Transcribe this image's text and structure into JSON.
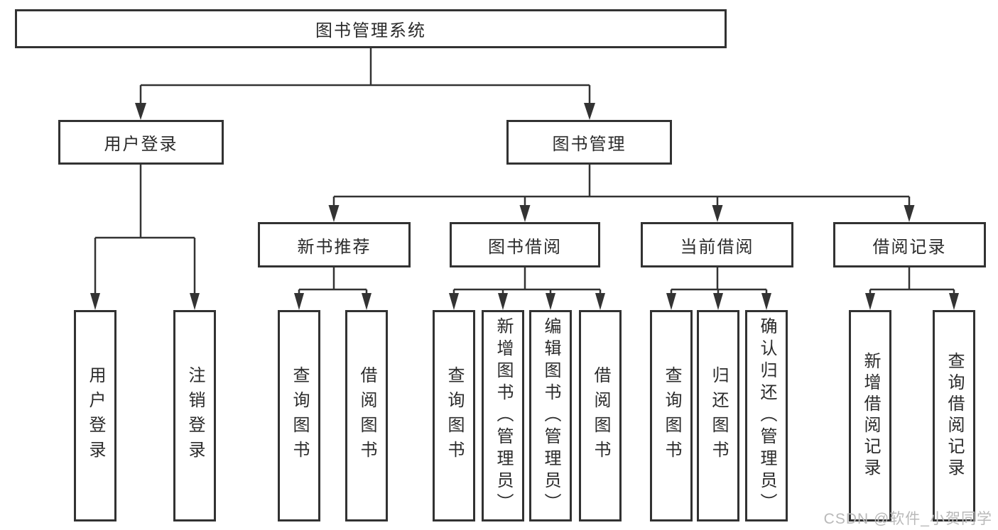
{
  "diagram": {
    "watermark": "CSDN @软件_小贺同学",
    "colors": {
      "line": "#333333",
      "border": "#323232",
      "text": "#2b2b2b",
      "background": "#ffffff",
      "watermark": "#b9b9b9"
    }
  },
  "tree": {
    "label": "图书管理系统",
    "children": [
      {
        "label": "用户登录",
        "children": [
          {
            "label": "用户登录"
          },
          {
            "label": "注销登录"
          }
        ]
      },
      {
        "label": "图书管理",
        "children": [
          {
            "label": "新书推荐",
            "children": [
              {
                "label": "查询图书"
              },
              {
                "label": "借阅图书"
              }
            ]
          },
          {
            "label": "图书借阅",
            "children": [
              {
                "label": "查询图书"
              },
              {
                "label": "新增图书（管理员）"
              },
              {
                "label": "编辑图书（管理员）"
              },
              {
                "label": "借阅图书"
              }
            ]
          },
          {
            "label": "当前借阅",
            "children": [
              {
                "label": "查询图书"
              },
              {
                "label": "归还图书"
              },
              {
                "label": "确认归还（管理员）"
              }
            ]
          },
          {
            "label": "借阅记录",
            "children": [
              {
                "label": "新增借阅记录"
              },
              {
                "label": "查询借阅记录"
              }
            ]
          }
        ]
      }
    ]
  }
}
